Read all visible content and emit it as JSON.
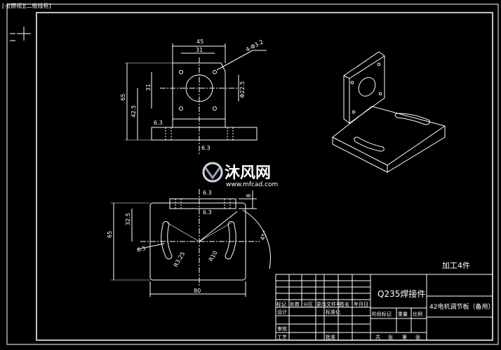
{
  "viewport_label": "[-][俯视][二维线框]",
  "watermark": {
    "brand": "沐风网",
    "url": "www.mfcad.com"
  },
  "top_view": {
    "dim_width": "45",
    "dim_inner": "31",
    "dim_holes": "4-Φ3.2",
    "dim_height": "65",
    "dim_hole_spacing": "31",
    "dim_bore": "Φ22.5",
    "dim_center": "42.5",
    "weld_symbols": [
      "6.3",
      "6.3"
    ]
  },
  "front_view": {
    "dim_height": "65",
    "dim_offset": "32.5",
    "dim_width": "80",
    "dim_thickness": "8",
    "dim_angle": "45°",
    "dim_radius_outer": "R10",
    "dim_radius_slot": "R3.25",
    "dim_slot_width": "6.5",
    "weld_symbols": [
      "6.3",
      "6.3"
    ]
  },
  "note": "加工4件",
  "title_block": {
    "material": "Q235焊接件",
    "drawing_name": "42电机调节板（备用）",
    "rows": [
      "标记",
      "处数",
      "分区",
      "更改文件号",
      "签名",
      "年月日"
    ],
    "roles": [
      "设计",
      "审核",
      "工艺"
    ],
    "mid_labels": [
      "标准化",
      "批准"
    ],
    "stage_labels": [
      "阶段标记",
      "重量",
      "比例"
    ],
    "sheet_labels": [
      "共",
      "张",
      "第",
      "张"
    ]
  }
}
